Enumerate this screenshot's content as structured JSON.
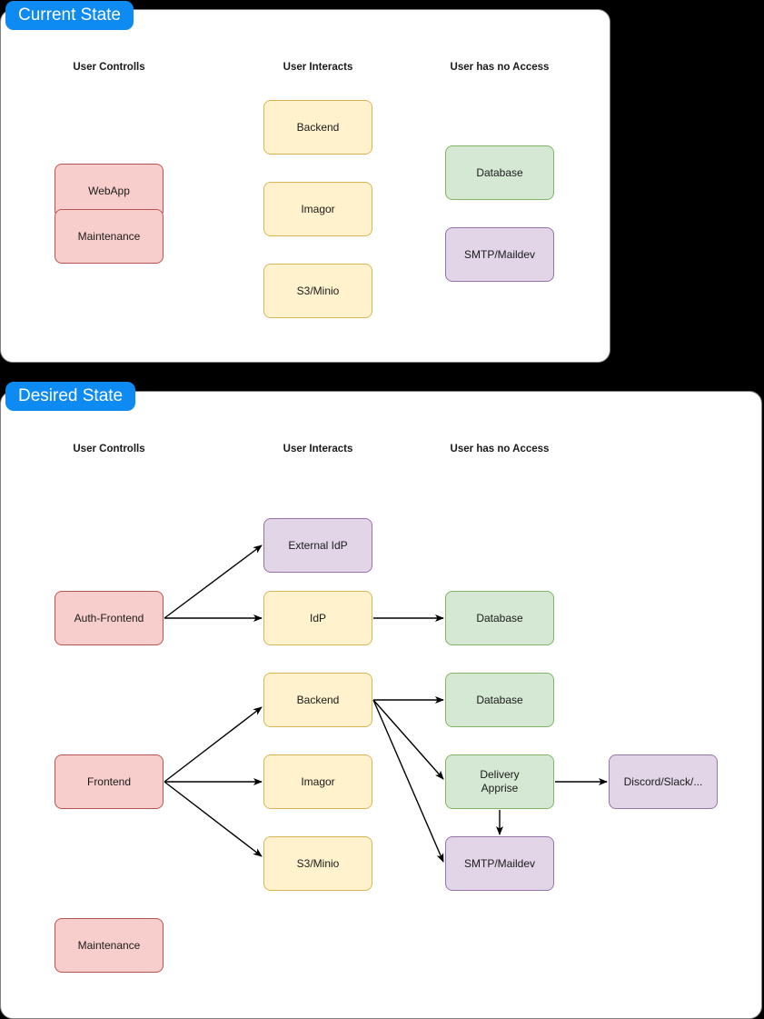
{
  "background_color": "#000000",
  "panel_color": "#ffffff",
  "tab_color": "#0d8bf2",
  "palette": {
    "red_fill": "#f8cecc",
    "red_stroke": "#b85450",
    "yellow_fill": "#fff2cc",
    "yellow_stroke": "#d6b656",
    "green_fill": "#d5e8d4",
    "green_stroke": "#82b366",
    "purple_fill": "#e1d5e7",
    "purple_stroke": "#9673a6",
    "edge_color": "#000000"
  },
  "sections": {
    "current": {
      "tab_label": "Current State",
      "headers": {
        "controls": "User Controlls",
        "interacts": "User Interacts",
        "no_access": "User has no Access"
      },
      "nodes": {
        "webapp": "WebApp",
        "maintenance": "Maintenance",
        "backend": "Backend",
        "imagor": "Imagor",
        "s3minio": "S3/Minio",
        "database": "Database",
        "smtp": "SMTP/Maildev"
      }
    },
    "desired": {
      "tab_label": "Desired State",
      "headers": {
        "controls": "User Controlls",
        "interacts": "User Interacts",
        "no_access": "User has no Access"
      },
      "nodes": {
        "auth_frontend": "Auth-Frontend",
        "external_idp": "External IdP",
        "idp": "IdP",
        "database_top": "Database",
        "frontend": "Frontend",
        "backend": "Backend",
        "imagor": "Imagor",
        "s3minio": "S3/Minio",
        "database_mid": "Database",
        "delivery_apprise": "Delivery\nApprise",
        "smtp": "SMTP/Maildev",
        "discord": "Discord/Slack/...",
        "maintenance": "Maintenance"
      }
    }
  }
}
